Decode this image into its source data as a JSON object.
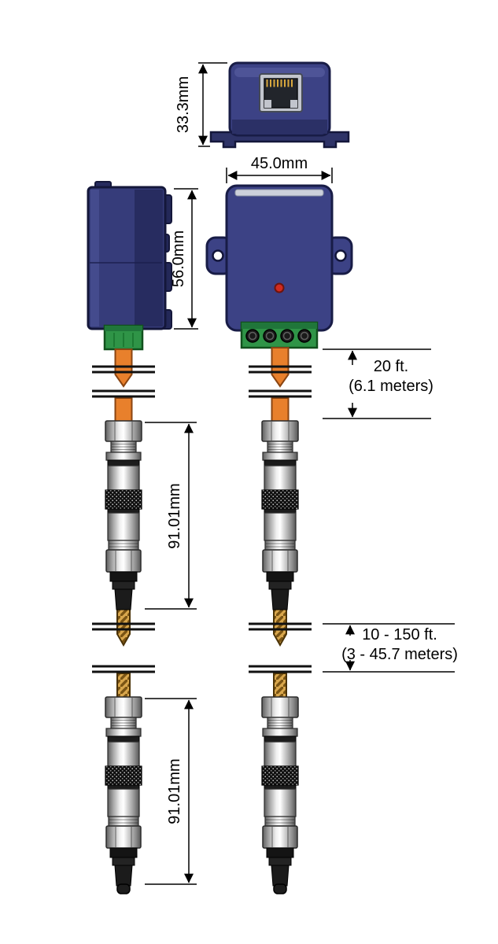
{
  "labels": {
    "top_height": "33.3mm",
    "front_width": "45.0mm",
    "side_height": "56.0mm",
    "fixed_cable_length_ft": "20 ft.",
    "fixed_cable_length_m": "(6.1 meters)",
    "connector_length_upper": "91.01mm",
    "variable_cable_length_ft": "10 - 150 ft.",
    "variable_cable_length_m": "(3 - 45.7 meters)",
    "connector_length_lower": "91.01mm"
  },
  "colors": {
    "device_blue": "#3c4285",
    "device_blue_dark": "#262b5e",
    "cable_orange": "#e8802c",
    "coil_tan": "#d8a64c",
    "terminal_green": "#2f9447",
    "led_red": "#d02b1f",
    "dimension_line": "#000000"
  }
}
